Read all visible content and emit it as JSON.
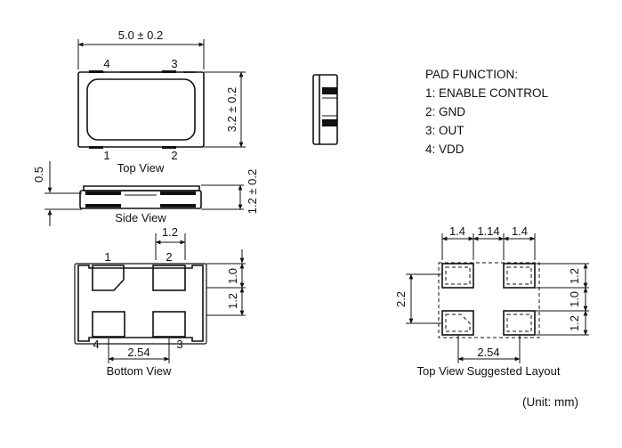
{
  "top_view": {
    "caption": "Top View",
    "width_dim": "5.0 ± 0.2",
    "height_dim": "3.2 ± 0.2",
    "pin_labels": [
      "4",
      "3",
      "1",
      "2"
    ]
  },
  "side_view": {
    "caption": "Side View",
    "gap_dim": "0.5",
    "height_dim": "1.2 ± 0.2"
  },
  "bottom_view": {
    "caption": "Bottom View",
    "pad_width_dim": "1.2",
    "pad_height_dim": "1.0",
    "pad_height2_dim": "1.2",
    "pitch_dim": "2.54",
    "pin_labels": [
      "1",
      "2",
      "4",
      "3"
    ]
  },
  "pad_function": {
    "title": "PAD FUNCTION:",
    "items": [
      "1: ENABLE CONTROL",
      "2: GND",
      "3: OUT",
      "4: VDD"
    ]
  },
  "layout": {
    "caption": "Top View Suggested Layout",
    "dims_top": [
      "1.4",
      "1.14",
      "1.4"
    ],
    "dims_right": [
      "1.2",
      "1.0",
      "1.2"
    ],
    "dim_left": "2.2",
    "pitch_dim": "2.54"
  },
  "unit_note": "(Unit: mm)"
}
